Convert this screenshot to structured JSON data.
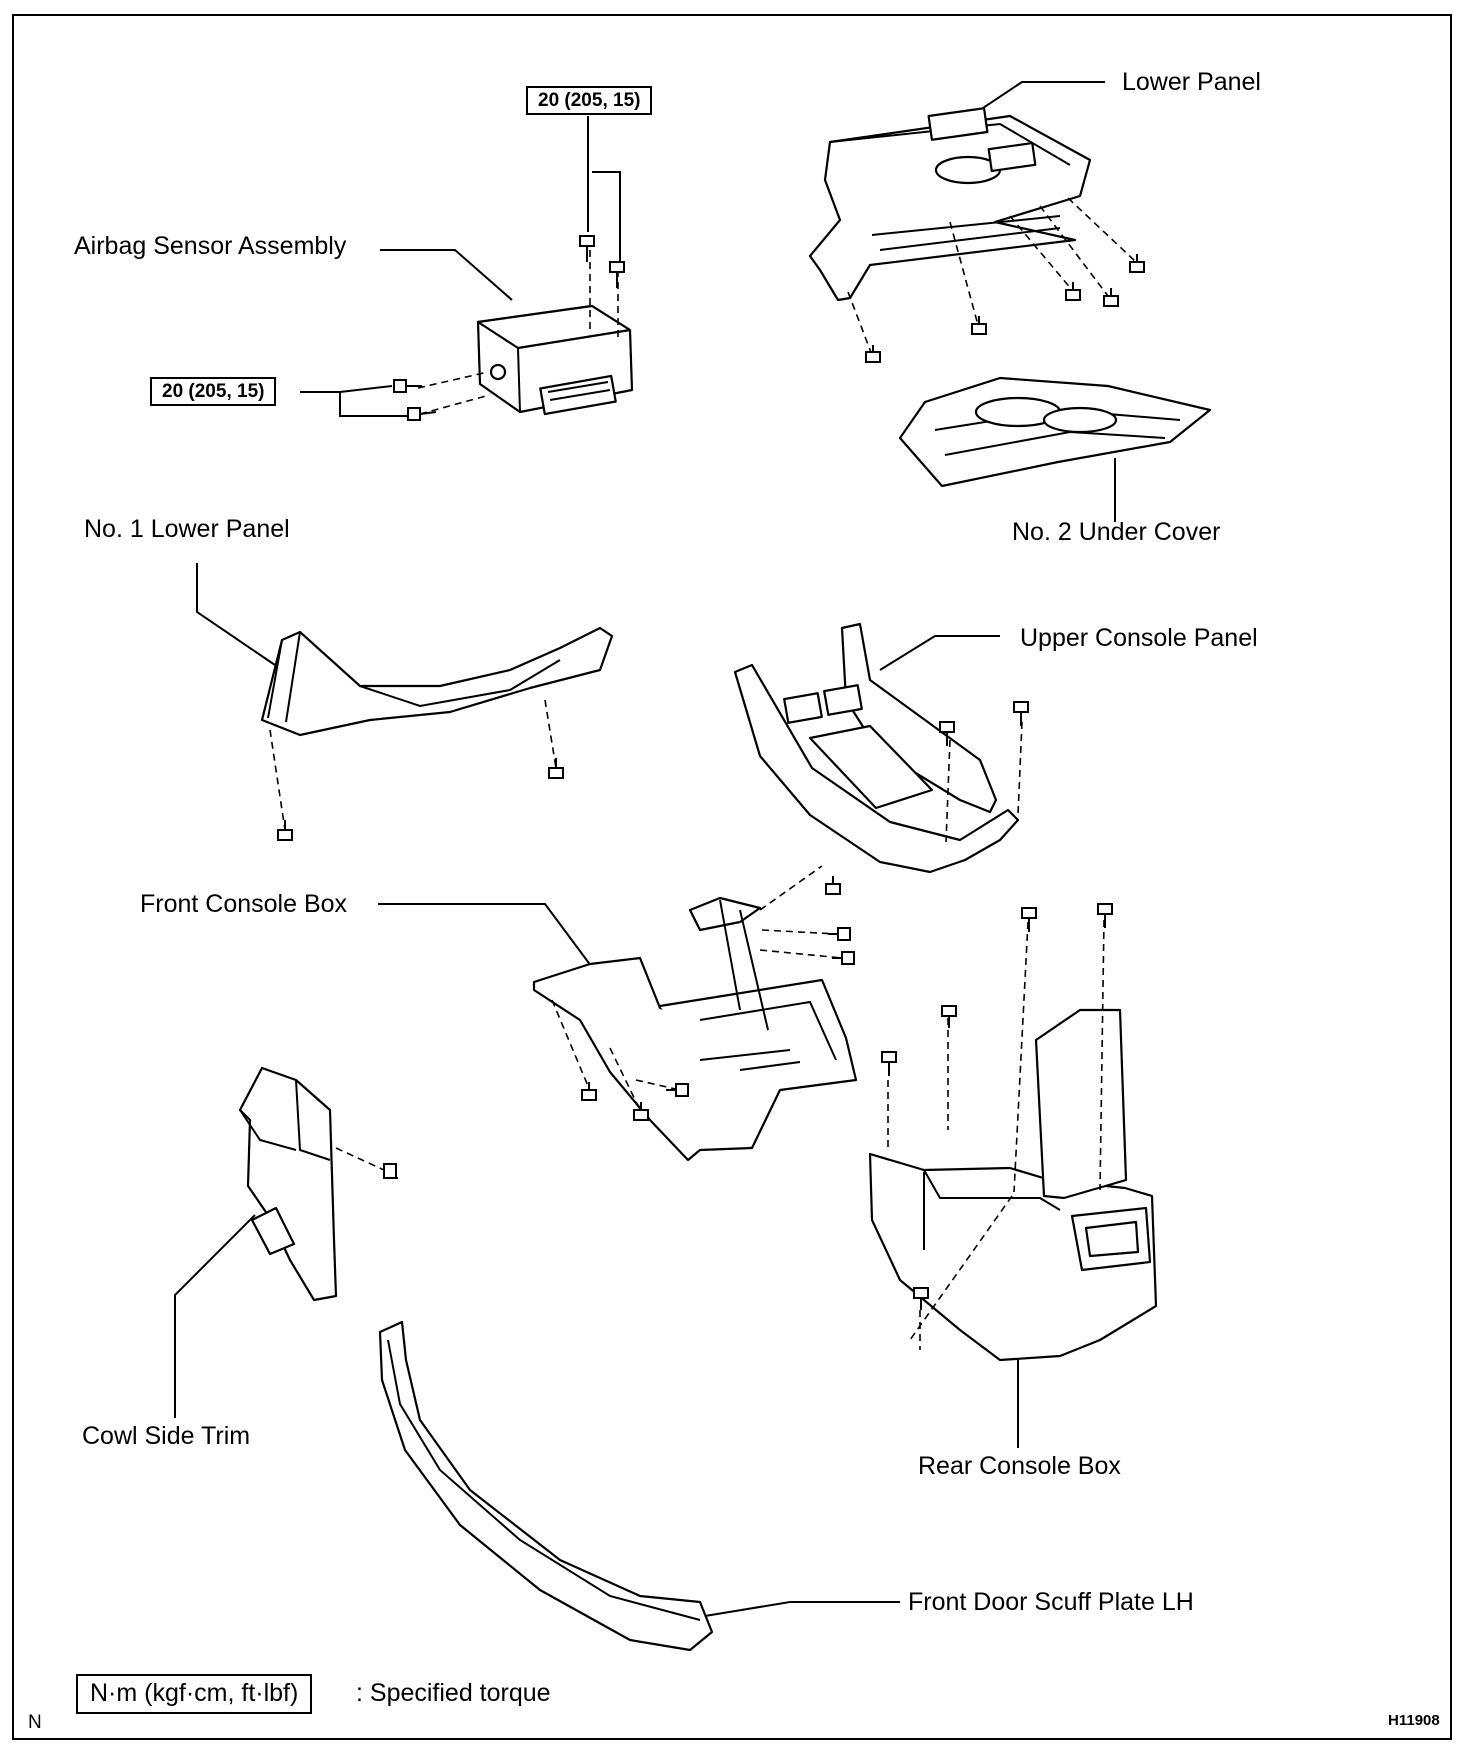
{
  "labels": {
    "lower_panel": "Lower Panel",
    "airbag_sensor_assembly": "Airbag Sensor Assembly",
    "no2_under_cover": "No. 2 Under Cover",
    "no1_lower_panel": "No. 1 Lower Panel",
    "upper_console_panel": "Upper Console Panel",
    "front_console_box": "Front Console Box",
    "cowl_side_trim": "Cowl Side Trim",
    "rear_console_box": "Rear Console Box",
    "front_door_scuff_plate": "Front Door Scuff Plate LH"
  },
  "torque": {
    "top": "20 (205, 15)",
    "left": "20 (205, 15)"
  },
  "legend": {
    "unit": "N·m (kgf·cm, ft·lbf)",
    "description": ": Specified torque"
  },
  "corner_mark": "N",
  "figure_number": "H11908"
}
